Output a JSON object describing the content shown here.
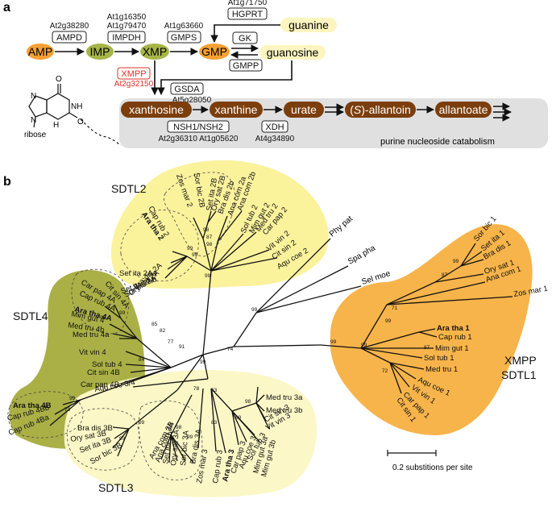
{
  "panel_a": {
    "label": "a",
    "metabolites": {
      "amp": "AMP",
      "imp": "IMP",
      "xmp": "XMP",
      "gmp": "GMP",
      "guanine": "guanine",
      "guanosine": "guanosine",
      "xanthosine": "xanthosine",
      "xanthine": "xanthine",
      "urate": "urate",
      "allantoin_s": "S",
      "allantoin_rest": "-allantoin",
      "allantoate": "allantoate"
    },
    "enzymes": {
      "ampd": "AMPD",
      "ampd_agi": "At2g38280",
      "impdh": "IMPDH",
      "impdh_agi1": "At1g16350",
      "impdh_agi2": "At1g79470",
      "gmps": "GMPS",
      "gmps_agi": "At1g63660",
      "hgprt": "HGPRT",
      "hgprt_agi": "At1g71750",
      "gk": "GK",
      "gmpp": "GMPP",
      "xmpp": "XMPP",
      "xmpp_agi": "At2g32150",
      "gsda": "GSDA",
      "gsda_agi": "At5g28050",
      "nsh": "NSH1/NSH2",
      "nsh_agi": "At2g36310  At1g05620",
      "xdh": "XDH",
      "xdh_agi": "At4g34890"
    },
    "pathway_label": "purine nucleoside catabolism",
    "structure_label": "ribose",
    "atoms": {
      "o": "O",
      "nh": "NH",
      "n1": "N",
      "n2": "N",
      "h": "H",
      "o2": "O"
    },
    "colors": {
      "amp": "#f5a033",
      "imp": "#a6b548",
      "xmp": "#a6b548",
      "gmp": "#f5a033",
      "guan": "#fdf5c0",
      "brown": "#7b3e0c",
      "grey": "#e0e0e0",
      "red": "#e0302a"
    }
  },
  "panel_b": {
    "label": "b",
    "clades": {
      "sdtl2": "SDTL2",
      "sdtl4": "SDTL4",
      "sdtl3": "SDTL3",
      "xmpp": "XMPP",
      "sdtl1": "SDTL1"
    },
    "scale_label": "0.2 substitions per site",
    "outgroup": [
      "Phy pat",
      "Spa pha",
      "Sel moe"
    ],
    "sdtl1_leaves": [
      "Sor bic 1",
      "Set ita 1",
      "Bra dis 1",
      "Ory sat 1",
      "Ana com 1",
      "Zos mar 1",
      "Ara tha 1",
      "Cap rub 1",
      "Mim gut 1",
      "Sol tub 1",
      "Med tru 1",
      "Aqu coe 1",
      "Vit vin 1",
      "Car pap 1",
      "Cit sin 1"
    ],
    "sdtl2_leaves": [
      "Cap rub 2",
      "Ara tha 2",
      "Zos mar 2",
      "Sor bic 2B",
      "Set ita 2B",
      "Ory sat 2B",
      "Bra dis 2b",
      "Ana com 2a",
      "Ana com 2b",
      "Sol tub 2",
      "Mim gut 2",
      "Med tru 2",
      "Car pap 2",
      "Vit vin 2",
      "Cit sin 2",
      "Aqu coe 2",
      "Bra dis 2A",
      "Ory sat 2A",
      "Sor bic 2A",
      "Set ita 2Ab",
      "Set ita 2Aa"
    ],
    "sdtl4_leaves": [
      "Car pap 4A",
      "Cap rub 4A",
      "Cit sin 4A",
      "Ara tha 4A",
      "Mim gut 4",
      "Med tru 4b",
      "Med tru 4a",
      "Vit vin 4",
      "Sol tub 4",
      "Cit sin 4B",
      "Car pap 4B",
      "Ara tha 4B",
      "Cap rub 4Bb",
      "Cap rub 4Ba"
    ],
    "sdtl3_leaves": [
      "Aqu coe 3/4",
      "Bra dis 3B",
      "Ory sat 3B",
      "Set ita 3B",
      "Sor bic 3B",
      "Ana com 3B",
      "Ana com 3A",
      "Set ita 3A",
      "Ory sat 3A",
      "Sor bic 3A",
      "Bra dis 3A",
      "Zos mar 3",
      "Cap rub 3",
      "Ara tha 3",
      "Car pap 3",
      "Aqu coe 3",
      "Sol tub 3",
      "Mim gut 3a",
      "Mim gut 3b",
      "Vit vin 3",
      "Cit sin 3",
      "Med tru 3b",
      "Med tru 3a"
    ],
    "bootstraps": {
      "root": "99",
      "b74": "74",
      "out": "99",
      "s1": "99",
      "s1b": "99",
      "s1c": "71",
      "s1d": "99",
      "s1e": "87",
      "s1f": "99",
      "s1g": "87",
      "s1h": "72",
      "s2": "99",
      "s2b": "99",
      "s2c": "99",
      "s2d": "87",
      "s2e": "98",
      "s2f": "98",
      "s4": "91",
      "s4b": "85",
      "s4c": "82",
      "s4d": "77",
      "s4e": "84",
      "s4f": "99",
      "s4g": "98",
      "s4h": "73",
      "s4i": "99",
      "s3": "78",
      "s3b": "83",
      "s3c": "99",
      "s3d": "99",
      "s3e": "98",
      "s3f": "83",
      "s3g": "99",
      "s3h": "98",
      "s3i": "99"
    },
    "colors": {
      "sdtl1": "#f7b44a",
      "sdtl2": "#fbf29c",
      "sdtl4": "#aab046",
      "sdtl3": "#fcf7c6"
    }
  }
}
